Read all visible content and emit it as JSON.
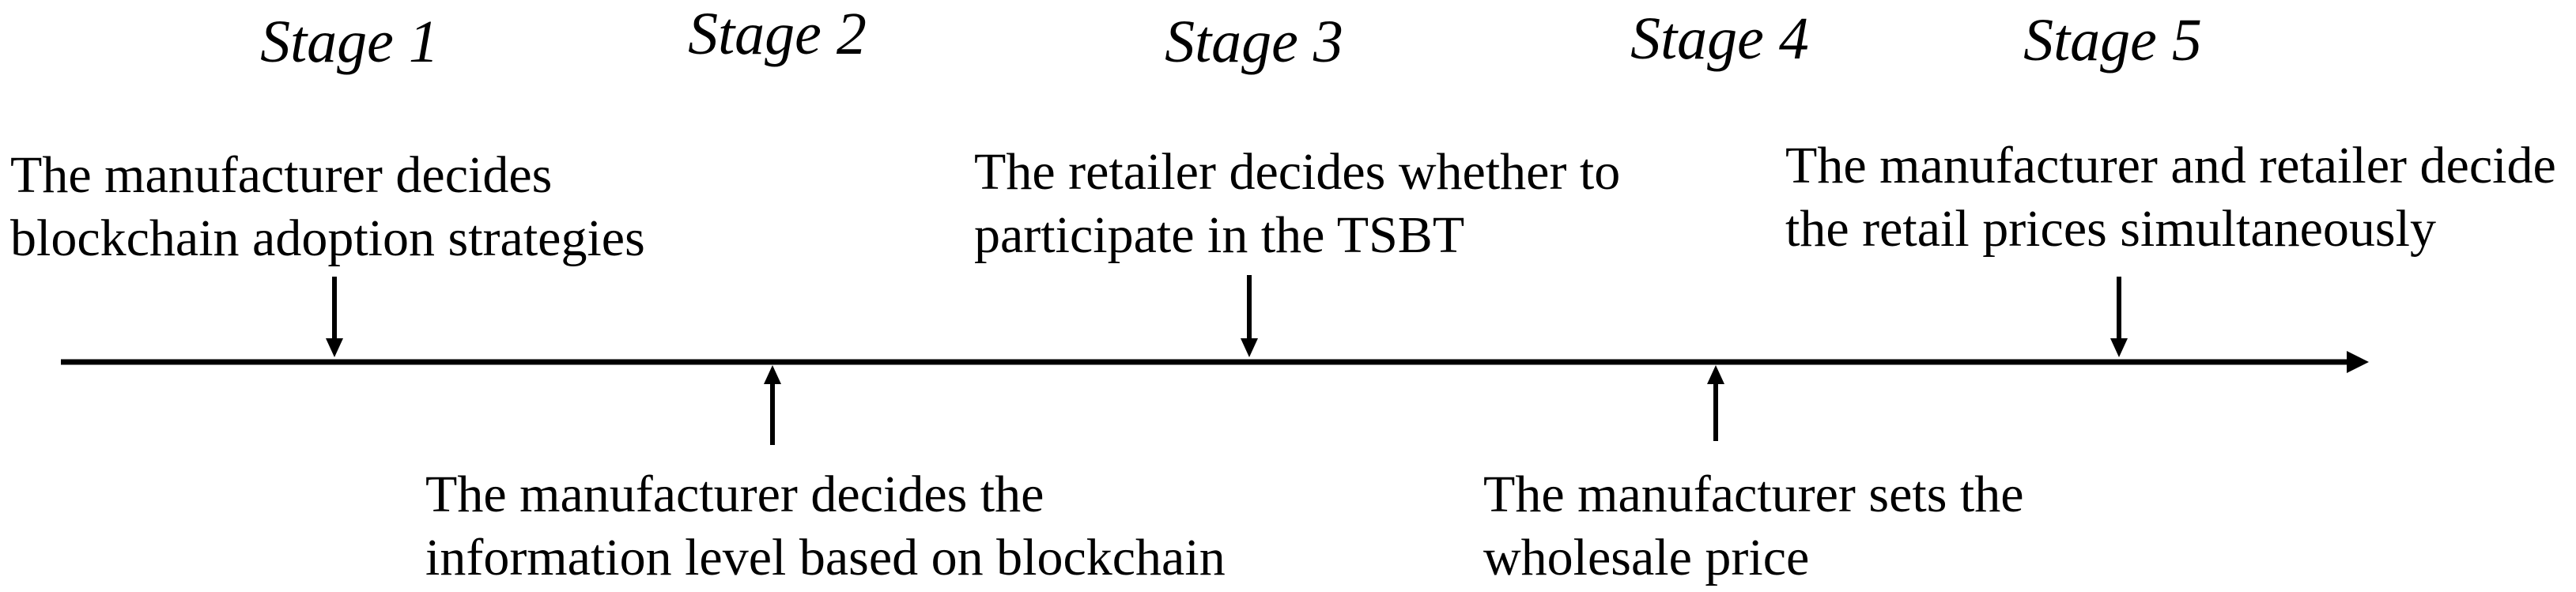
{
  "figure": {
    "kind": "five-stage decision timeline",
    "background_color": "#ffffff",
    "ink_color": "#000000"
  },
  "stages": [
    {
      "label": "Stage 1",
      "lines": [
        "The manufacturer decides",
        "blockchain adoption strategies"
      ],
      "text_position": "above-line",
      "arrow": "down"
    },
    {
      "label": "Stage 2",
      "lines": [
        "The manufacturer decides the",
        "information level based on blockchain"
      ],
      "text_position": "below-line",
      "arrow": "up"
    },
    {
      "label": "Stage 3",
      "lines": [
        "The retailer decides whether to",
        "participate in the TSBT"
      ],
      "text_position": "above-line",
      "arrow": "down"
    },
    {
      "label": "Stage 4",
      "lines": [
        "The manufacturer sets the",
        "wholesale price"
      ],
      "text_position": "below-line",
      "arrow": "up"
    },
    {
      "label": "Stage 5",
      "lines": [
        "The manufacturer and retailer decide",
        "the retail prices simultaneously"
      ],
      "text_position": "above-line",
      "arrow": "down"
    }
  ]
}
